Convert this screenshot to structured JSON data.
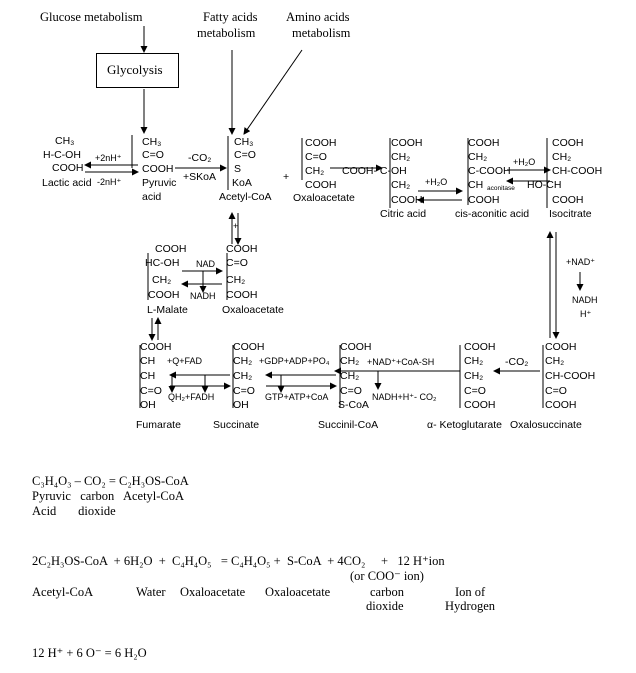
{
  "top": {
    "glucose": "Glucose metabolism",
    "glycolysis": "Glycolysis",
    "fatty_1": "Fatty acids",
    "fatty_2": "metabolism",
    "amino_1": "Amino acids",
    "amino_2": "metabolism"
  },
  "lactic": {
    "l1": "CH₃",
    "l2": "H-C-OH",
    "l3": "COOH",
    "name": "Lactic acid",
    "arrow_top": "+2nH⁺",
    "arrow_bottom": "-2nH⁺"
  },
  "pyruvic": {
    "l1": "CH₃",
    "l2": "C=O",
    "l3": "COOH",
    "name1": "Pyruvic",
    "name2": "acid",
    "arrow_top": "-CO₂",
    "arrow_bottom": "+SKoA"
  },
  "acetyl": {
    "l1": "CH₃",
    "l2": "C=O",
    "l3": "S",
    "l4": "KoA",
    "name": "Acetyl-CoA",
    "plus": "+"
  },
  "oxalo_top": {
    "l1": "COOH",
    "l2": "C=O",
    "l3": "CH₂",
    "l4": "COOH",
    "name": "Oxaloacetate"
  },
  "citric": {
    "l1": "COOH",
    "l2": "CH₂",
    "l3": "COOH- C-OH",
    "l4": "CH₂",
    "l5": "COOH",
    "name": "Citric acid",
    "h2o": "+H₂O"
  },
  "cisaconitic": {
    "l1": "COOH",
    "l2": "CH₂",
    "l3": "C-COOH",
    "l4": "CH",
    "l5": "COOH",
    "aconitase": "aconitase",
    "name": "cis-aconitic acid",
    "h2o": "+H₂O"
  },
  "isocitrate": {
    "l1": "COOH",
    "l2": "CH₂",
    "l3": "CH-COOH",
    "l4": "HO-CH",
    "l5": "COOH",
    "name": "Isocitrate",
    "nad": "+NAD⁺",
    "nadh": "NADH",
    "hplus": "H⁺"
  },
  "malate": {
    "l1": "COOH",
    "l2": "HC-OH",
    "l3": "CH₂",
    "l4": "COOH",
    "name": "L-Malate",
    "nad": "NAD",
    "nadh": "NADH"
  },
  "oxalo_mid": {
    "l1": "COOH",
    "l2": "C=O",
    "l3": "CH₂",
    "l4": "COOH",
    "name": "Oxaloacetate",
    "plus": "+"
  },
  "fumarate": {
    "l1": "COOH",
    "l2": "CH",
    "l3": "CH",
    "l4": "C=O",
    "l5": "OH",
    "name": "Fumarate",
    "q_fad": "+Q+FAD",
    "qh2": "QH₂+FADH"
  },
  "succinate": {
    "l1": "COOH",
    "l2": "CH₂",
    "l3": "CH₂",
    "l4": "C=O",
    "l5": "OH",
    "name": "Succinate",
    "gdp": "+GDP+ADP+PO₄",
    "gtp": "GTP+ATP+CoA"
  },
  "succinil": {
    "l1": "COOH",
    "l2": "CH₂",
    "l3": "CH₂",
    "l4": "C=O",
    "l5": "S-CoA",
    "name": "Succinil-CoA",
    "nad": "+NAD⁺+CoA-SH",
    "nadh": "NADH+H⁺- CO₂"
  },
  "ketoglutarate": {
    "l1": "COOH",
    "l2": "CH₂",
    "l3": "CH₂",
    "l4": "C=O",
    "l5": "COOH",
    "name": "α- Ketoglutarate",
    "co2": "-CO₂"
  },
  "oxalosuccinate": {
    "l1": "COOH",
    "l2": "CH₂",
    "l3": "CH-COOH",
    "l4": "C=O",
    "l5": "COOH",
    "name": "Oxalosuccinate"
  },
  "eq1": {
    "line": "C₃H₄O₃ – CO₂ = C₂H₃OS-CoA",
    "l2": "Pyruvic   carbon   Acetyl-CoA",
    "l3": "Acid       dioxide"
  },
  "eq2": {
    "line": "2C₂H₃OS-CoA  + 6H₂O  +  C₄H₄O₅   = C₄H₄O₅ +  S-CoA  + 4CO₂     +   12 H⁺ion",
    "sub": "(or COO⁻ ion)",
    "acetyl": "Acetyl-CoA",
    "water": "Water",
    "oxalo1": "Oxaloacetate",
    "oxalo2": "Oxaloacetate",
    "carbon": "carbon",
    "dioxide": "dioxide",
    "ion": "Ion of",
    "hydrogen": "Hydrogen"
  },
  "eq3": {
    "line": "12 H⁺ + 6 O⁻ = 6 H₂O"
  }
}
